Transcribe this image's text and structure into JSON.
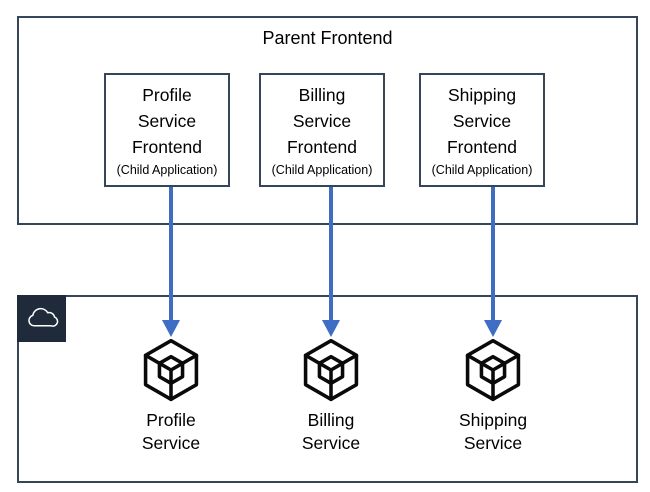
{
  "colors": {
    "border": "#36465A",
    "badge_bg": "#1F2B3A",
    "arrow": "#3E6DC3",
    "icon": "#0A0A0A",
    "text": "#000000"
  },
  "parent": {
    "title": "Parent Frontend",
    "children": [
      {
        "lines": [
          "Profile",
          "Service",
          "Frontend"
        ],
        "sub": "(Child Application)"
      },
      {
        "lines": [
          "Billing",
          "Service",
          "Frontend"
        ],
        "sub": "(Child Application)"
      },
      {
        "lines": [
          "Shipping",
          "Service",
          "Frontend"
        ],
        "sub": "(Child Application)"
      }
    ]
  },
  "cloud": {
    "badge_icon": "cloud-icon",
    "services": [
      {
        "icon": "cube-icon",
        "lines": [
          "Profile",
          "Service"
        ]
      },
      {
        "icon": "cube-icon",
        "lines": [
          "Billing",
          "Service"
        ]
      },
      {
        "icon": "cube-icon",
        "lines": [
          "Shipping",
          "Service"
        ]
      }
    ]
  }
}
